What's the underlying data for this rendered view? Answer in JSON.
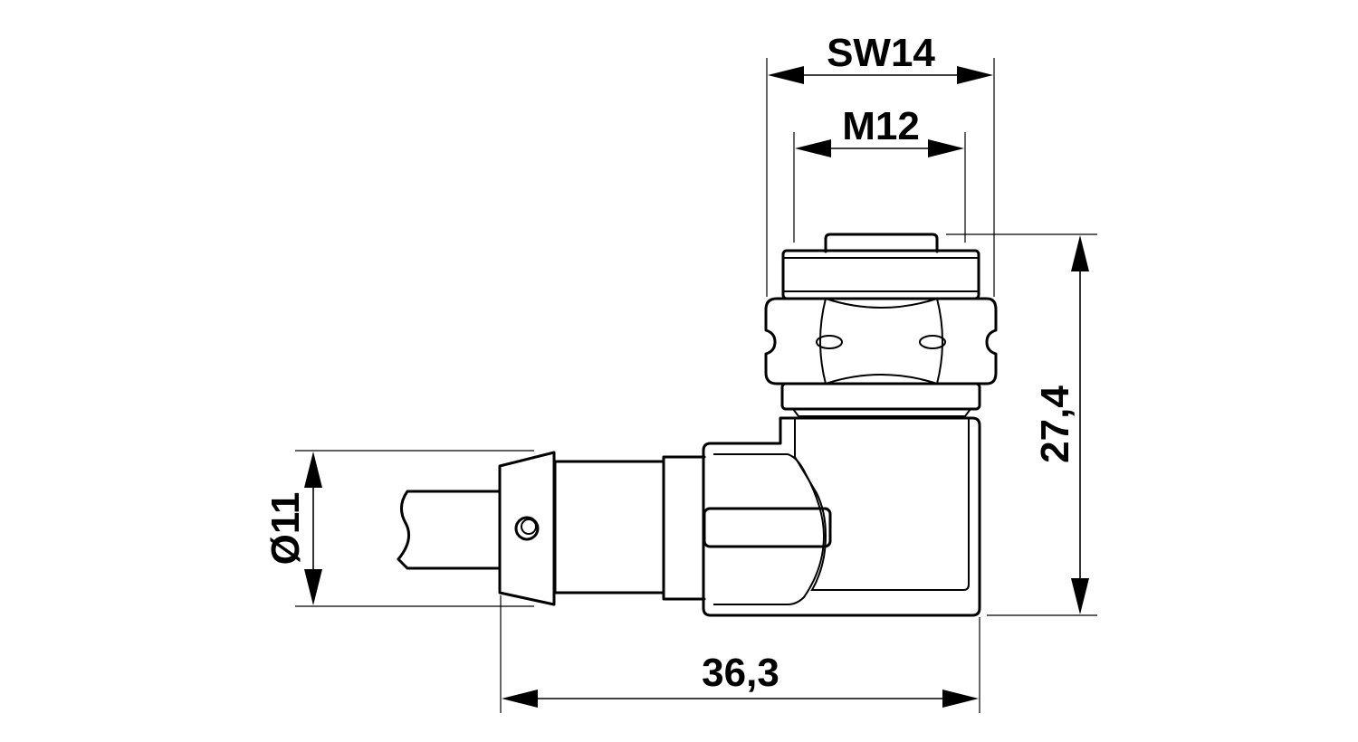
{
  "dimensions": {
    "wrench_size": "SW14",
    "thread": "M12",
    "height": "27,4",
    "length": "36,3",
    "cable_diameter": "Ø11"
  }
}
